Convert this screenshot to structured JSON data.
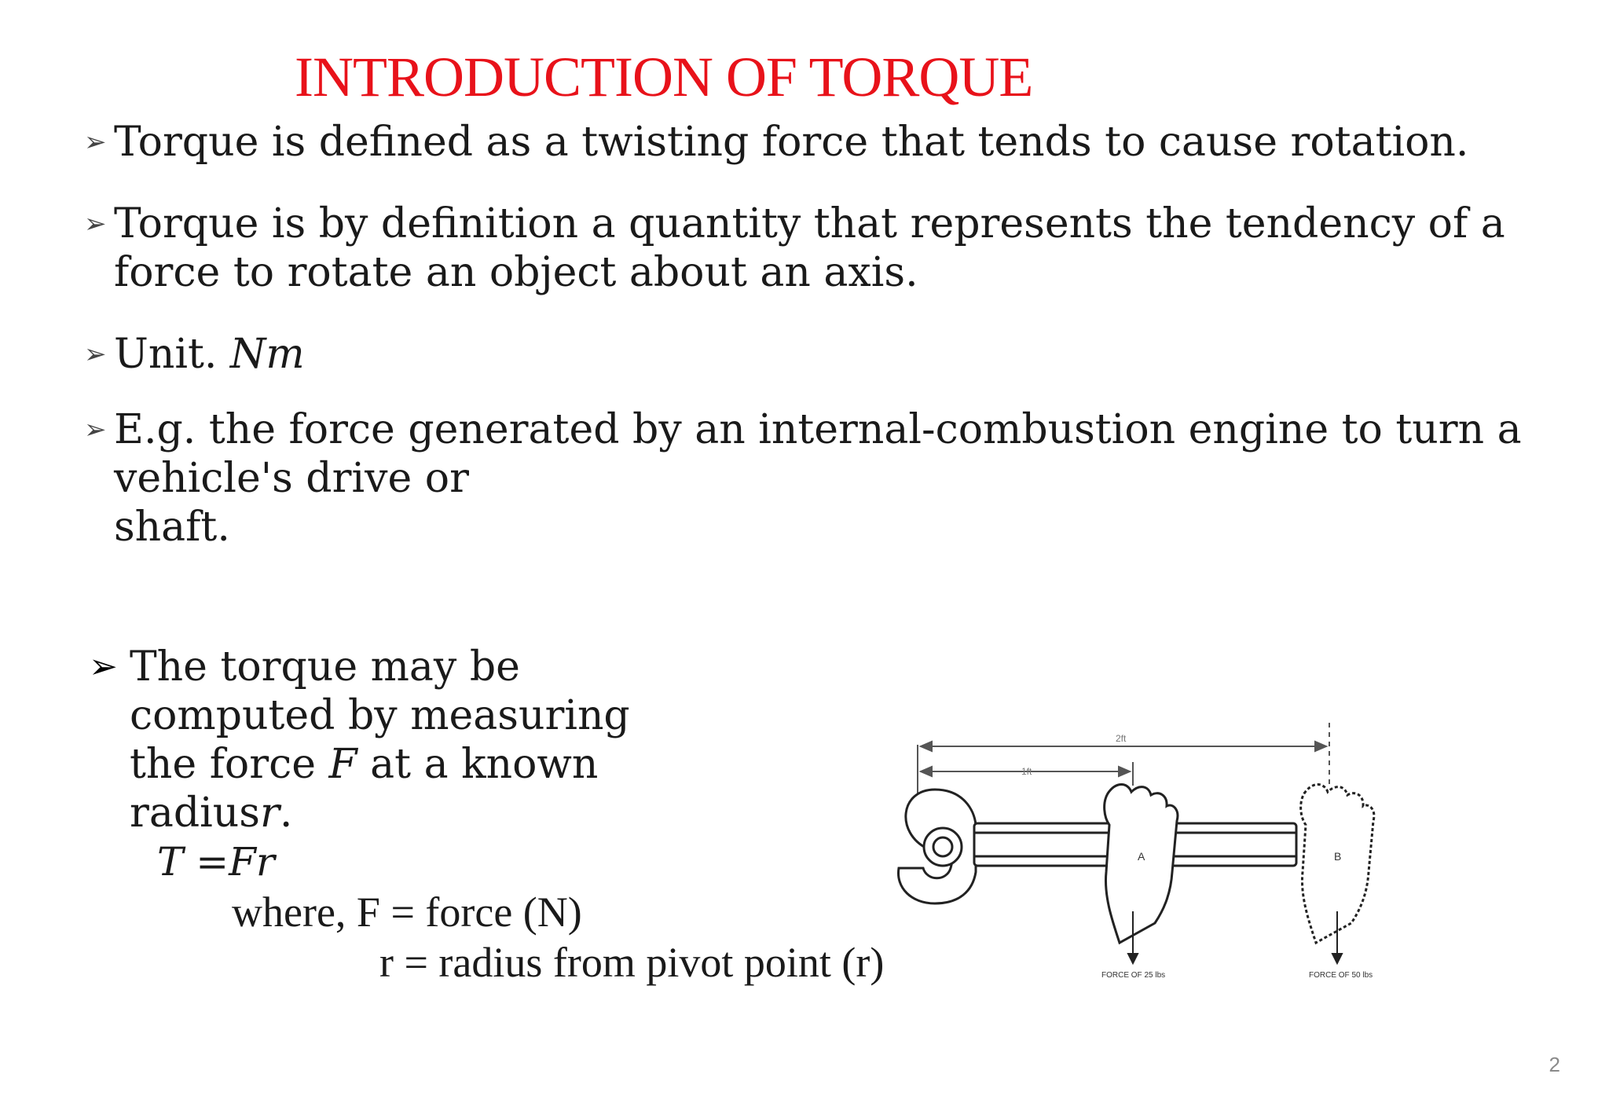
{
  "slide": {
    "title": "INTRODUCTION OF TORQUE",
    "bullets": [
      {
        "lines": [
          "Torque is defined as a twisting force that tends to cause rotation."
        ]
      },
      {
        "lines": [
          "Torque is by definition a quantity that represents the tendency of a",
          "force to rotate an  object about an axis."
        ]
      },
      {
        "lines": [
          "Unit. "
        ],
        "unit": "Nm"
      },
      {
        "lines": [
          "E.g. the force generated by an internal-combustion engine to turn a",
          "vehicle's drive or",
          "shaft."
        ]
      }
    ],
    "computed": {
      "line1": "The torque may be",
      "line2": "computed by measuring",
      "line3_a": "the force ",
      "line3_var": "F",
      "line3_b": " at a known",
      "line4_a": "radius",
      "line4_var": "r",
      "line4_b": "."
    },
    "formula": "T =Fr",
    "where": {
      "line1": "where, F = force (N)",
      "line2": "r = radius from pivot point (r)"
    },
    "page_number": "2",
    "diagram": {
      "label_top": "2ft",
      "label_inner": "1ft",
      "hand_a": "A",
      "hand_b": "B",
      "force_a": "FORCE OF 25 lbs",
      "force_b": "FORCE OF 50 lbs"
    },
    "colors": {
      "title": "#e8121a",
      "text": "#1a1a1a",
      "page_number": "#8a8a8a"
    }
  }
}
